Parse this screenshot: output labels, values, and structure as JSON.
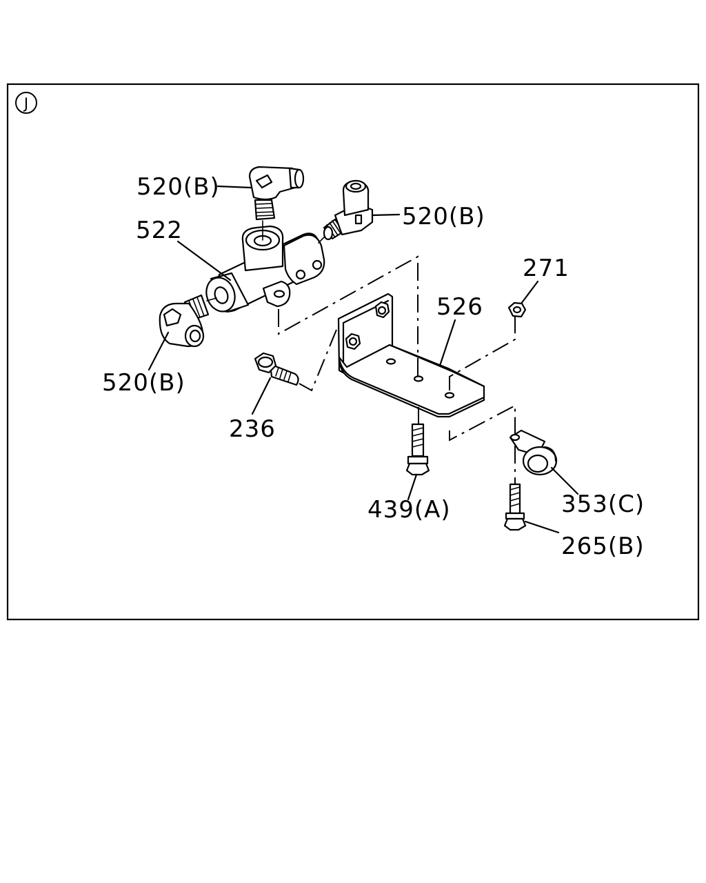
{
  "view_marker": "J",
  "callouts": {
    "fitting_top": "520(B)",
    "fitting_right": "520(B)",
    "valve_body": "522",
    "fitting_left": "520(B)",
    "bolt_left": "236",
    "nut": "271",
    "bracket": "526",
    "bolt_bottom": "439(A)",
    "clip": "353(C)",
    "bolt_clip": "265(B)"
  }
}
